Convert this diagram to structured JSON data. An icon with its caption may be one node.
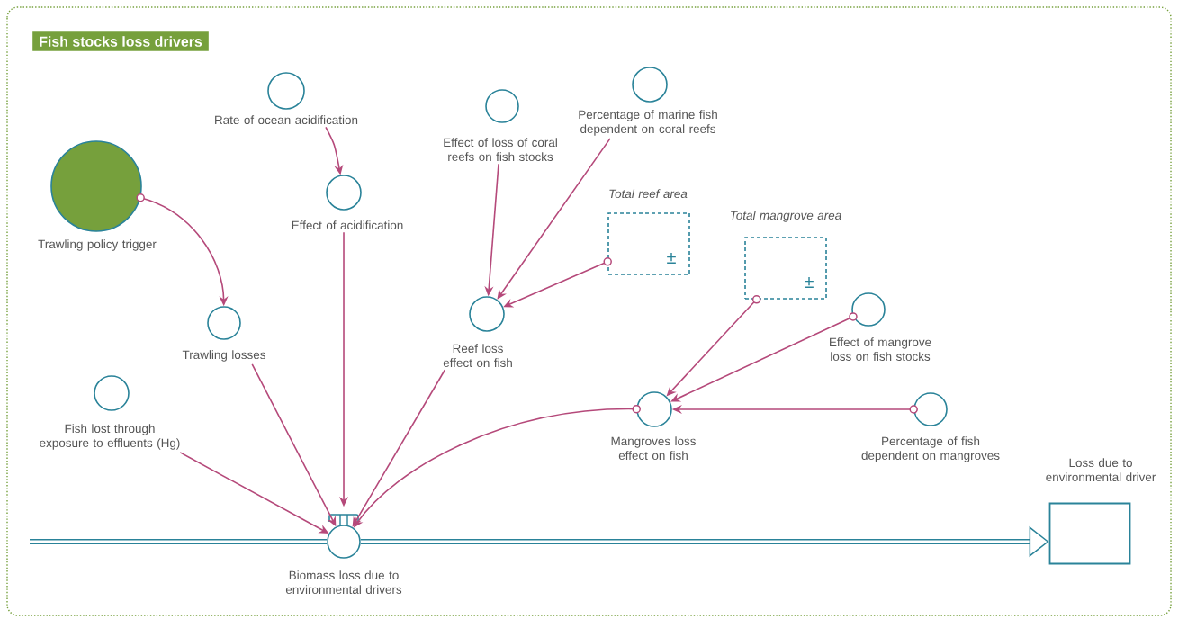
{
  "diagram": {
    "title": "Fish stocks loss drivers",
    "nodes": [
      {
        "text": [
          "Trawling policy trigger"
        ]
      },
      {
        "text": [
          "Rate of ocean acidification"
        ]
      },
      {
        "text": [
          "Effect of acidification"
        ]
      },
      {
        "text": [
          "Effect of loss of coral reefs on fish stocks"
        ]
      },
      {
        "text": [
          "Percentage of marine fish dependent on coral reefs"
        ]
      },
      {
        "text": [
          "Total reef area"
        ]
      },
      {
        "text": [
          "Trawling losses"
        ]
      },
      {
        "text": [
          "Reef loss effect on fish"
        ]
      },
      {
        "text": [
          "Total mangrove area"
        ]
      },
      {
        "text": [
          "Effect of mangrove loss on fish stocks"
        ]
      },
      {
        "text": [
          "Fish lost through exposure to effluents (Hg)"
        ]
      },
      {
        "text": [
          "Mangroves loss effect on fish"
        ]
      },
      {
        "text": [
          "Percentage of fish dependent on mangroves"
        ]
      },
      {
        "text": [
          "Biomass loss due to environmental drivers"
        ]
      },
      {
        "text": [
          "Loss due to environmental driver"
        ]
      }
    ],
    "edges": [
      {
        "from": 0,
        "to": 6,
        "arrow": "to"
      },
      {
        "from": 1,
        "to": 2,
        "arrow": "to"
      },
      {
        "from": 3,
        "to": 7,
        "arrow": "to"
      },
      {
        "from": 4,
        "to": 7,
        "arrow": "to"
      },
      {
        "from": 5,
        "to": 7,
        "arrow": "to"
      },
      {
        "from": 2,
        "to": 13,
        "arrow": "to"
      },
      {
        "from": 6,
        "to": 13,
        "arrow": "to"
      },
      {
        "from": 10,
        "to": 13,
        "arrow": "to"
      },
      {
        "from": 7,
        "to": 13,
        "arrow": "to"
      },
      {
        "from": 8,
        "to": 11,
        "arrow": "to"
      },
      {
        "from": 9,
        "to": 11,
        "arrow": "to"
      },
      {
        "from": 12,
        "to": 11,
        "arrow": "to"
      },
      {
        "from": 11,
        "to": 13,
        "arrow": "to"
      },
      {
        "from": null,
        "to": 13,
        "arrow": "none",
        "style": "thick",
        "color": "#2a8399"
      },
      {
        "from": 13,
        "to": 14,
        "arrow": "to",
        "style": "thick",
        "color": "#2a8399"
      }
    ],
    "labels": [
      "±",
      "±"
    ]
  }
}
